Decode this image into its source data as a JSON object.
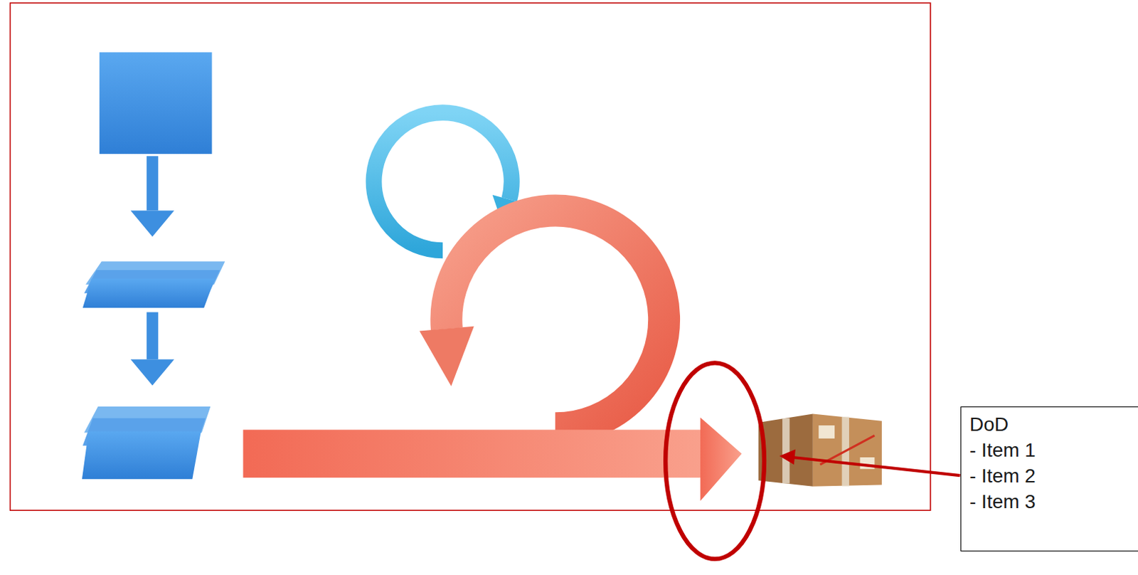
{
  "diagram": {
    "nodes": [
      {
        "text": [
          "DoD",
          "- Item 1",
          "- Item 2",
          "- Item 3"
        ]
      }
    ]
  }
}
